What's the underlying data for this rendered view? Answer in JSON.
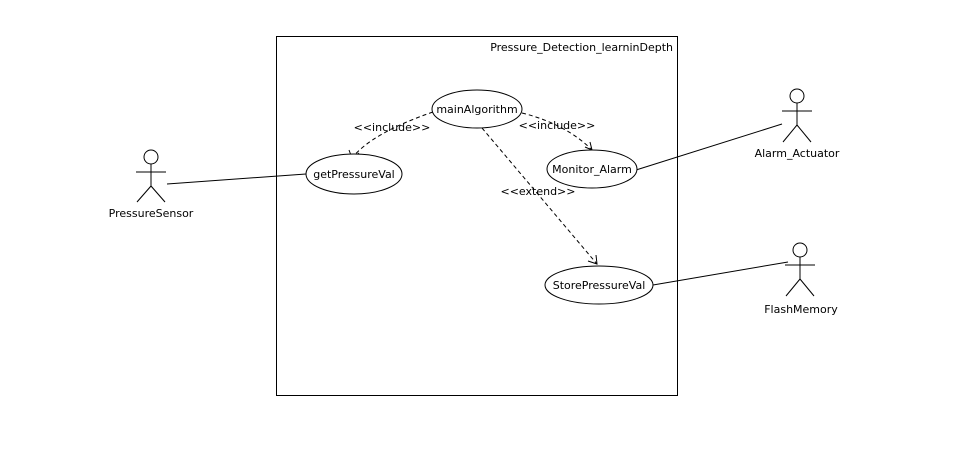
{
  "system": {
    "title": "Pressure_Detection_learninDepth"
  },
  "use_cases": {
    "main_algorithm": "mainAlgorithm",
    "get_pressure_val": "getPressureVal",
    "monitor_alarm": "Monitor_Alarm",
    "store_pressure_val": "StorePressureVal"
  },
  "actors": {
    "pressure_sensor": "PressureSensor",
    "alarm_actuator": "Alarm_Actuator",
    "flash_memory": "FlashMemory"
  },
  "relations": {
    "include_get_pressure": "<<include>>",
    "include_monitor_alarm": "<<include>>",
    "extend_store_pressure": "<<extend>>"
  }
}
